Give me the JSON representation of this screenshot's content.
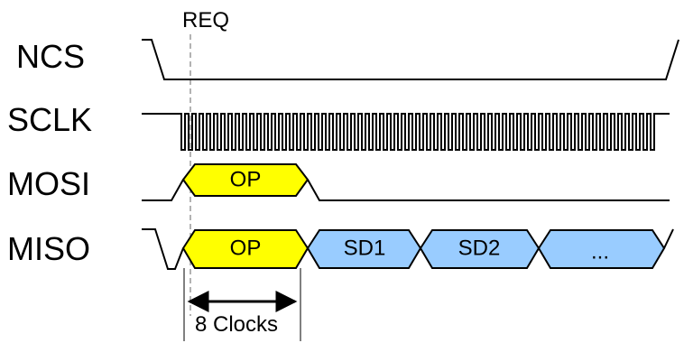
{
  "signals": {
    "ncs": "NCS",
    "sclk": "SCLK",
    "mosi": "MOSI",
    "miso": "MISO"
  },
  "markers": {
    "req": "REQ"
  },
  "segments": {
    "mosi_op": "OP",
    "miso_op": "OP",
    "miso_sd1": "SD1",
    "miso_sd2": "SD2",
    "miso_more": "..."
  },
  "annotations": {
    "clock_count": "8 Clocks"
  },
  "colors": {
    "op_fill": "#ffff00",
    "data_fill": "#99ccff",
    "line": "#000000",
    "req_line": "#808080"
  }
}
